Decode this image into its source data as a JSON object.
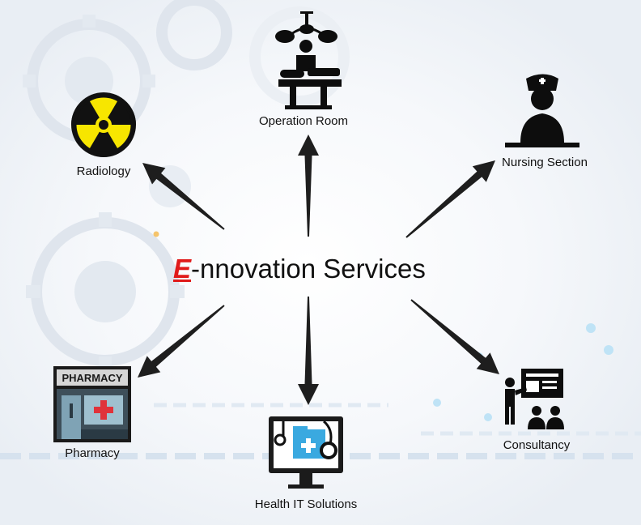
{
  "center": {
    "prefix": "E",
    "rest": "-nnovation Services"
  },
  "nodes": {
    "operation_room": "Operation Room",
    "radiology": "Radiology",
    "nursing_section": "Nursing Section",
    "pharmacy": "Pharmacy",
    "health_it": "Health IT Solutions",
    "consultancy": "Consultancy"
  },
  "pharmacy_sign": "PHARMACY",
  "colors": {
    "accent": "#e01a1a",
    "radiology_yellow": "#f7e600",
    "health_it_blue": "#3aa9e0",
    "arrow": "#1e1e1e",
    "bg_decor": "#e7ecf3"
  }
}
